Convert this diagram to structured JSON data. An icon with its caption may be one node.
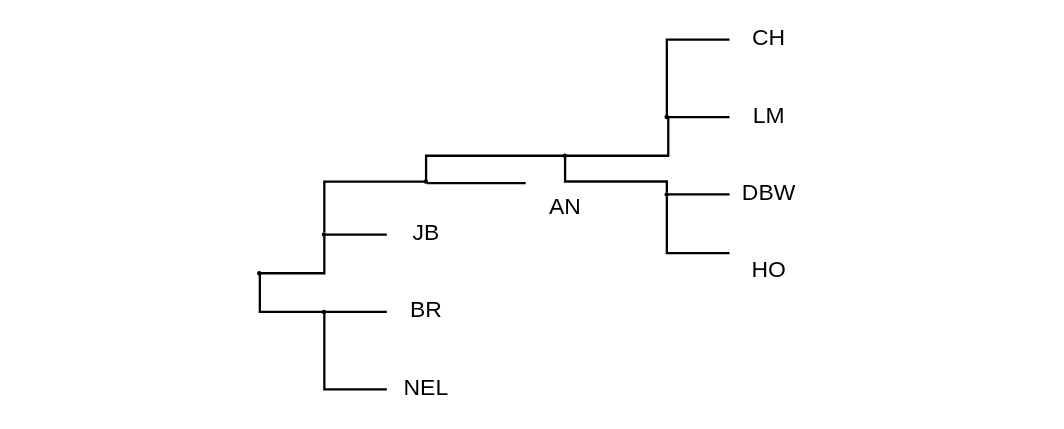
{
  "diagram": {
    "nodes": [
      {
        "text": [],
        "shape": "point"
      },
      {
        "text": [],
        "shape": "point"
      },
      {
        "text": [],
        "shape": "point"
      },
      {
        "text": [],
        "shape": "point"
      },
      {
        "text": [],
        "shape": "point"
      },
      {
        "text": [
          "CH"
        ]
      },
      {
        "text": [
          "LM"
        ]
      },
      {
        "text": [],
        "shape": "point"
      },
      {
        "text": [
          "DBW"
        ]
      },
      {
        "text": [
          "HO"
        ]
      },
      {
        "text": [
          "AN"
        ]
      },
      {
        "text": [
          "JB"
        ]
      },
      {
        "text": [],
        "shape": "point"
      },
      {
        "text": [
          "BR"
        ]
      },
      {
        "text": [
          "NEL"
        ]
      }
    ],
    "edges": [
      {
        "from": 0,
        "to": 1,
        "arrow": "none"
      },
      {
        "from": 1,
        "to": 2,
        "arrow": "none"
      },
      {
        "from": 2,
        "to": 3,
        "arrow": "none"
      },
      {
        "from": 3,
        "to": 4,
        "arrow": "none"
      },
      {
        "from": 4,
        "to": 5,
        "arrow": "none"
      },
      {
        "from": 4,
        "to": 6,
        "arrow": "none"
      },
      {
        "from": 3,
        "to": 7,
        "arrow": "none"
      },
      {
        "from": 7,
        "to": 8,
        "arrow": "none"
      },
      {
        "from": 7,
        "to": 9,
        "arrow": "none"
      },
      {
        "from": 2,
        "to": 10,
        "arrow": "none"
      },
      {
        "from": 1,
        "to": 11,
        "arrow": "none"
      },
      {
        "from": 0,
        "to": 12,
        "arrow": "none"
      },
      {
        "from": 12,
        "to": 13,
        "arrow": "none"
      },
      {
        "from": 12,
        "to": 14,
        "arrow": "none"
      }
    ]
  }
}
